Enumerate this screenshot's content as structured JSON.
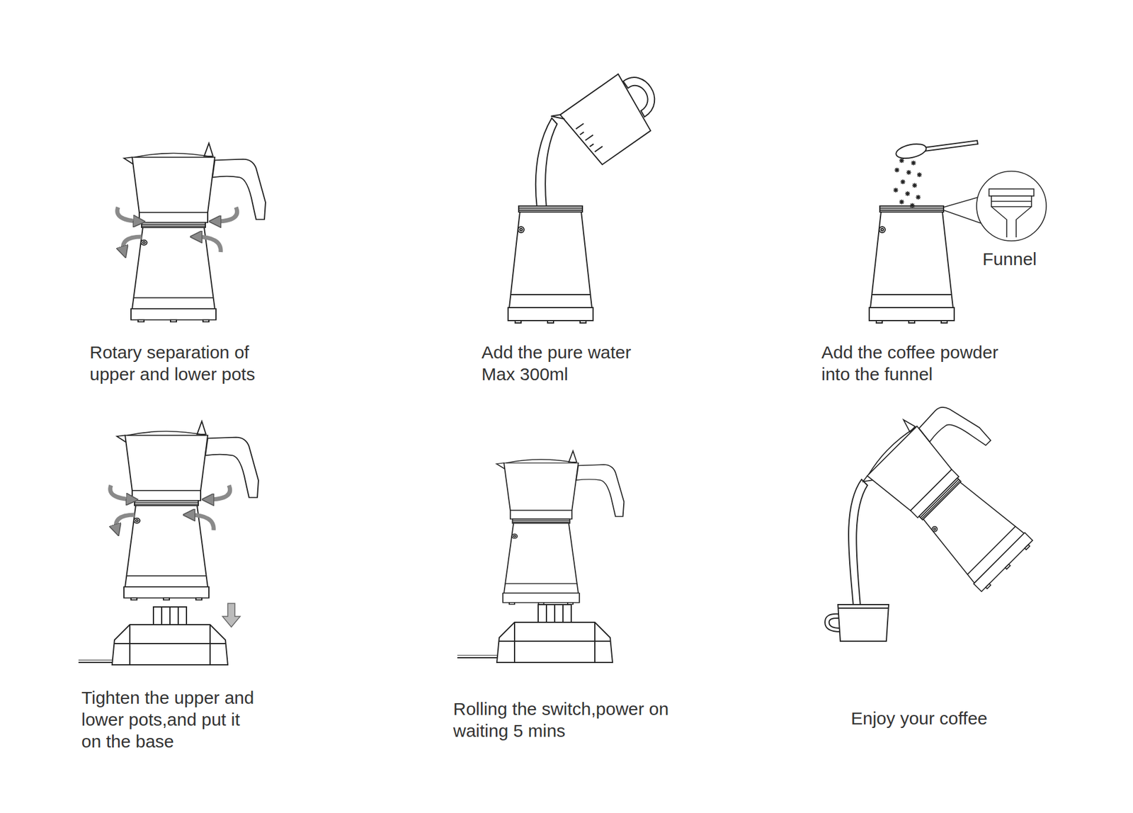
{
  "diagram": {
    "labels": [
      "Rotary separation of upper and lower pots",
      "Add the pure water Max 300ml",
      "Funnel",
      "Add the coffee powder into the funnel",
      "Tighten the upper and lower pots,and put it on the base",
      "Rolling the switch,power on waiting 5 mins",
      "Enjoy your coffee"
    ]
  }
}
